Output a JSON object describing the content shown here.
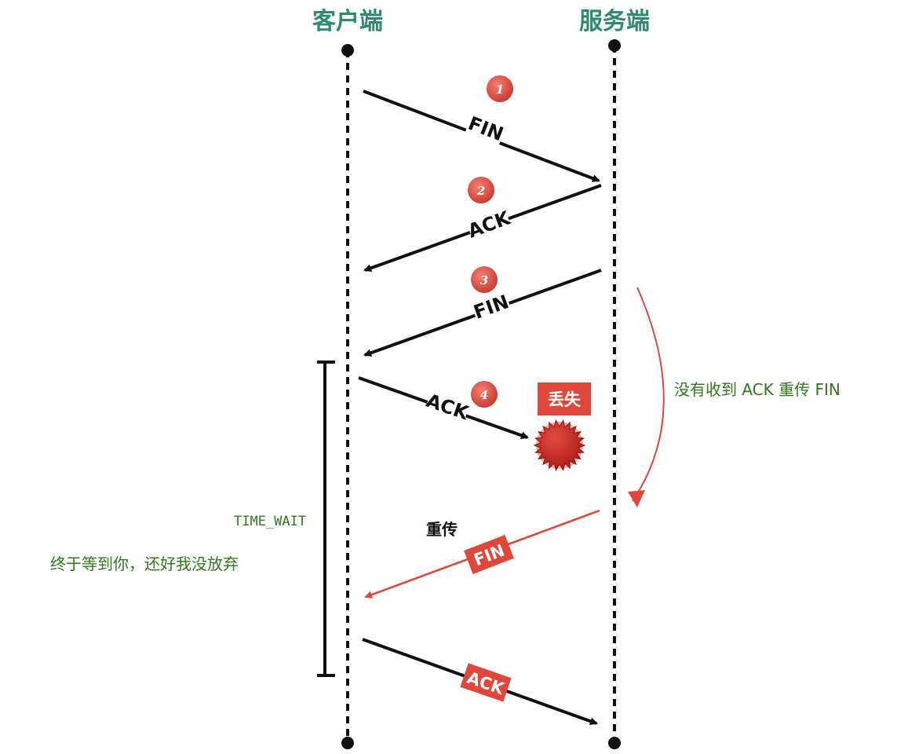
{
  "lifelines": {
    "client_label": "客户端",
    "server_label": "服务端"
  },
  "messages": {
    "m1": {
      "step": "1",
      "label": "FIN"
    },
    "m2": {
      "step": "2",
      "label": "ACK"
    },
    "m3": {
      "step": "3",
      "label": "FIN"
    },
    "m4": {
      "step": "4",
      "label": "ACK"
    },
    "m5": {
      "label": "FIN",
      "prefix": "重传"
    },
    "m6": {
      "label": "ACK"
    }
  },
  "annotations": {
    "lost": "丢失",
    "retransmit_note": "没有收到 ACK 重传 FIN",
    "time_wait": "TIME_WAIT",
    "client_note": "终于等到你，还好我没放弃"
  },
  "colors": {
    "title": "#2e8b72",
    "accent_red": "#e0473a",
    "note_green": "#2f7a1c",
    "line": "#111111"
  }
}
